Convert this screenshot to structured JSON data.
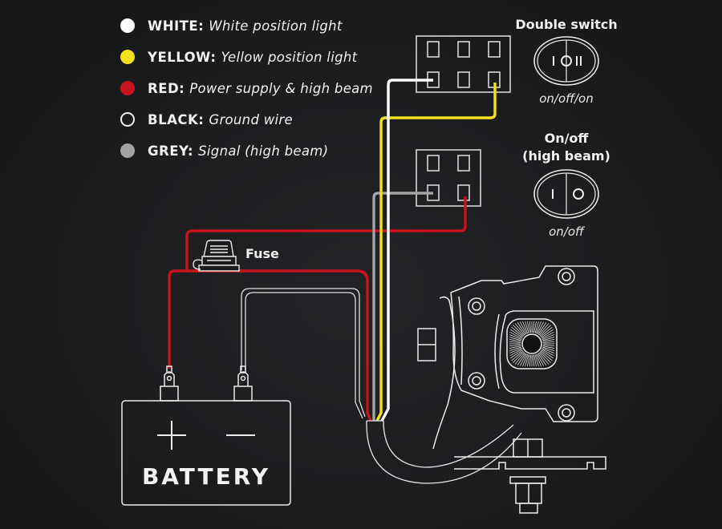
{
  "colors": {
    "background": "#1b1c1e",
    "white_wire": "#ffffff",
    "yellow_wire": "#f5e21a",
    "red_wire": "#c8141e",
    "grey_wire": "#a3a3a3",
    "outline": "#ececec"
  },
  "legend": [
    {
      "key": "WHITE:",
      "description": "White position light",
      "color": "#ffffff",
      "style": "filled"
    },
    {
      "key": "YELLOW:",
      "description": "Yellow position light",
      "color": "#f5e21a",
      "style": "filled"
    },
    {
      "key": "RED:",
      "description": "Power supply & high beam",
      "color": "#c8141e",
      "style": "filled"
    },
    {
      "key": "BLACK:",
      "description": "Ground wire",
      "color": "#1b1c1e",
      "style": "outline"
    },
    {
      "key": "GREY:",
      "description": "Signal (high beam)",
      "color": "#a3a3a3",
      "style": "filled"
    }
  ],
  "switches": {
    "double": {
      "title": "Double switch",
      "caption": "on/off/on",
      "symbols": [
        "I",
        "O",
        "II"
      ]
    },
    "single": {
      "title_line1": "On/off",
      "title_line2": "(high beam)",
      "caption": "on/off",
      "symbols": [
        "I",
        "O"
      ]
    }
  },
  "fuse": {
    "label": "Fuse"
  },
  "battery": {
    "label": "BATTERY",
    "plus": "+",
    "minus": "—"
  }
}
